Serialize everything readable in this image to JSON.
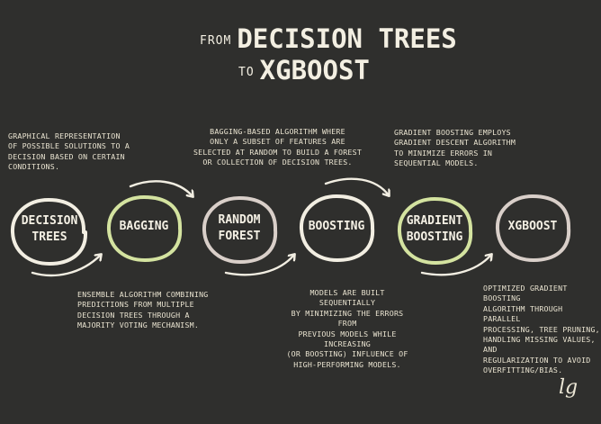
{
  "title": {
    "line1_small": "FROM",
    "line1_big": "DECISION TREES",
    "line2_small": "TO",
    "line2_big": "XGBOOST"
  },
  "nodes": [
    {
      "label": "DECISION\nTREES",
      "ring_color": "#f2eee2"
    },
    {
      "label": "BAGGING",
      "ring_color": "#d4e3a0"
    },
    {
      "label": "RANDOM\nFOREST",
      "ring_color": "#d9cfc9"
    },
    {
      "label": "BOOSTING",
      "ring_color": "#f2eee2"
    },
    {
      "label": "GRADIENT\nBOOSTING",
      "ring_color": "#d4e3a0"
    },
    {
      "label": "XGBOOST",
      "ring_color": "#d9cfc9"
    }
  ],
  "notes": {
    "decision_trees": "GRAPHICAL REPRESENTATION\nOF POSSIBLE SOLUTIONS TO A\nDECISION BASED ON CERTAIN\nCONDITIONS.",
    "random_forest": "BAGGING-BASED ALGORITHM WHERE\nONLY A SUBSET OF FEATURES ARE\nSELECTED AT RANDOM TO BUILD A FOREST\nOR COLLECTION OF DECISION TREES.",
    "gradient_boosting": "GRADIENT BOOSTING EMPLOYS\nGRADIENT DESCENT ALGORITHM\nTO MINIMIZE ERRORS IN\nSEQUENTIAL MODELS.",
    "bagging": "ENSEMBLE ALGORITHM COMBINING\nPREDICTIONS FROM MULTIPLE\nDECISION TREES THROUGH A\nMAJORITY VOTING MECHANISM.",
    "boosting": "MODELS ARE BUILT SEQUENTIALLY\nBY MINIMIZING THE ERRORS FROM\nPREVIOUS MODELS WHILE INCREASING\n(OR BOOSTING) INFLUENCE OF\nHIGH-PERFORMING MODELS.",
    "xgboost": "OPTIMIZED GRADIENT BOOSTING\nALGORITHM THROUGH PARALLEL\nPROCESSING, TREE PRUNING,\nHANDLING MISSING VALUES, AND\nREGULARIZATION TO AVOID\nOVERFITTING/BIAS."
  },
  "signature": "lg",
  "colors": {
    "background": "#2f2f2d",
    "arrow": "#f2eee2",
    "green_ring": "#d4e3a0",
    "grey_ring": "#d9cfc9",
    "white_ring": "#f2eee2"
  }
}
